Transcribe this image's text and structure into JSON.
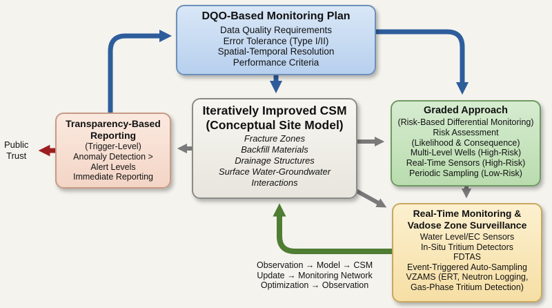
{
  "dqo": {
    "title": "DQO-Based Monitoring Plan",
    "lines": [
      "Data Quality Requirements",
      "Error Tolerance (Type I/II)",
      "Spatial-Temporal Resolution",
      "Performance Criteria"
    ]
  },
  "csm": {
    "title_lines": [
      "Iteratively Improved CSM",
      "(Conceptual Site Model)"
    ],
    "lines": [
      "Fracture Zones",
      "Backfill Materials",
      "Drainage Structures",
      "Surface Water-Groundwater",
      "Interactions"
    ]
  },
  "reporting": {
    "title_lines": [
      "Transparency-Based",
      "Reporting"
    ],
    "lines": [
      "(Trigger-Level)",
      "Anomaly Detection >",
      "Alert Levels",
      "Immediate Reporting"
    ]
  },
  "graded": {
    "title": "Graded Approach",
    "lines": [
      "(Risk-Based Differential Monitoring)",
      "Risk Assessment",
      "(Likelihood & Consequence)",
      "Multi-Level Wells (High-Risk)",
      "Real-Time Sensors (High-Risk)",
      "Periodic Sampling (Low-Risk)"
    ]
  },
  "realtime": {
    "title_lines": [
      "Real-Time Monitoring &",
      "Vadose Zone Surveillance"
    ],
    "lines": [
      "Water Level/EC Sensors",
      "In-Situ Tritium Detectors",
      "FDTAS",
      "Event-Triggered Auto-Sampling",
      "VZAMS (ERT, Neutron Logging,",
      "Gas-Phase Tritium Detection)"
    ]
  },
  "public_trust": [
    "Public",
    "Trust"
  ],
  "feedback_loop": [
    "Observation → Model → CSM",
    "Update → Monitoring Network",
    "Optimization → Observation"
  ],
  "colors": {
    "blue_arrow": "#2e5d9c",
    "gray_arrow": "#7a7a7a",
    "green_arrow": "#4f7d33",
    "red_arrow": "#9c1f1f"
  }
}
